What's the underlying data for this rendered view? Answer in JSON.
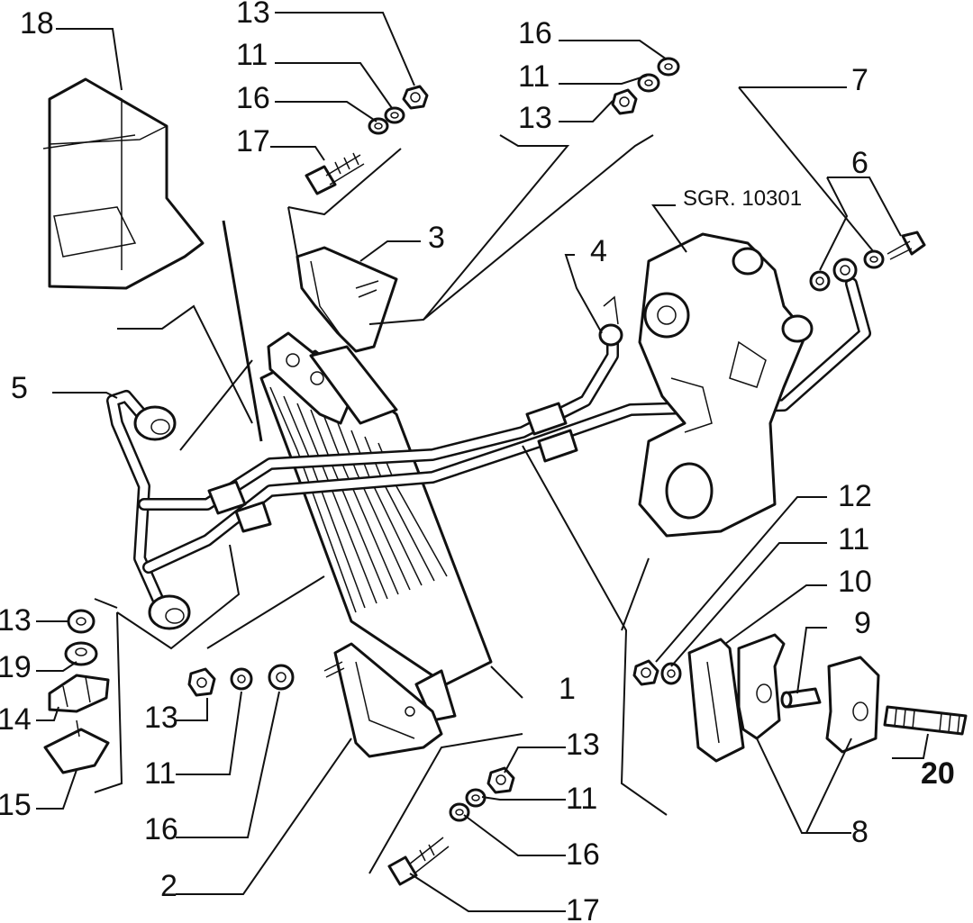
{
  "diagram": {
    "reference": "SGR. 10301",
    "labels": {
      "l1": "1",
      "l2": "2",
      "l3": "3",
      "l4": "4",
      "l5": "5",
      "l6": "6",
      "l7": "7",
      "l8": "8",
      "l9": "9",
      "l10": "10",
      "l11a": "11",
      "l11b": "11",
      "l11c": "11",
      "l11d": "11",
      "l11e": "11",
      "l12": "12",
      "l13a": "13",
      "l13b": "13",
      "l13c": "13",
      "l13d": "13",
      "l13e": "13",
      "l14": "14",
      "l15": "15",
      "l16a": "16",
      "l16b": "16",
      "l16c": "16",
      "l16d": "16",
      "l17a": "17",
      "l17b": "17",
      "l18": "18",
      "l19": "19",
      "l20": "20"
    }
  }
}
